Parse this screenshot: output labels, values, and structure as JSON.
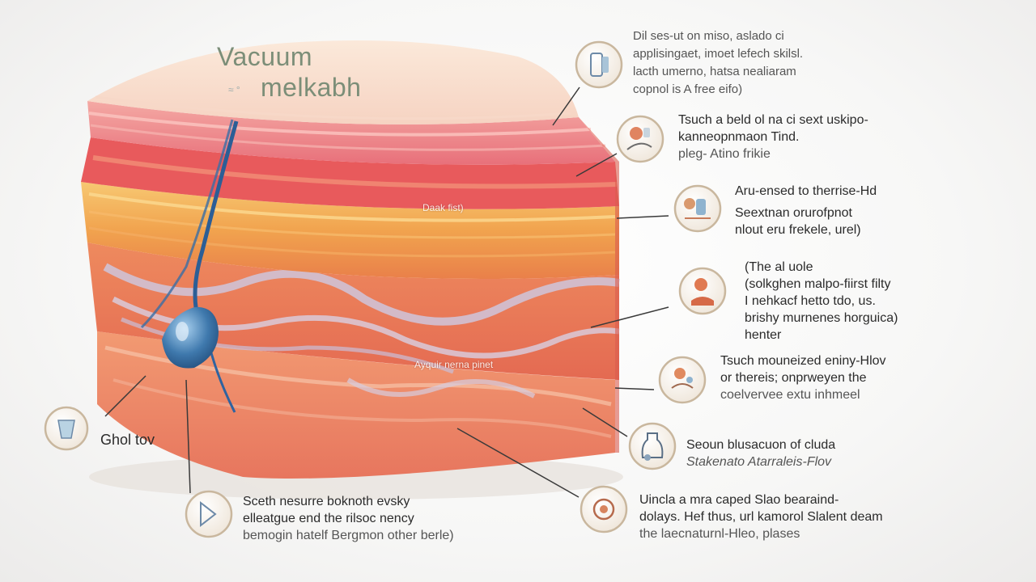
{
  "title": {
    "line1": "Vacuum",
    "line2": "melkabh",
    "accent": "≈ °"
  },
  "layer_labels": {
    "upper": "Daak fist)",
    "middle": "Ayquir nerna pinet"
  },
  "callouts": [
    {
      "icon": "tube-icon",
      "lines": [
        "Dil ses-ut on miso, aslado ci",
        "applisingaet, imoet lefech skilsl.",
        "lacth umerno, hatsa nealiaram",
        "copnol is A free eifo)"
      ]
    },
    {
      "icon": "cupping-icon",
      "lines": [
        "Tsuch a beld ol na ci sext uskipo-",
        "kanneopnmaon Tind.",
        "pleg- Atino frikie"
      ]
    },
    {
      "icon": "therapy-icon",
      "lines": [
        "Aru-ensed to therrise-Hd",
        "Seextnan orurofpnot",
        "nlout eru frekele, urel)"
      ]
    },
    {
      "icon": "treatment-icon",
      "lines": [
        "(The al uole",
        "(solkghen malpo-fiirst filty",
        "I nehkacf hetto tdo, us.",
        "brishy murnenes horguica)",
        "henter"
      ]
    },
    {
      "icon": "flow-icon",
      "lines": [
        "Tsuch mouneized eniny-Hlov",
        "or thereis; onprweyen the",
        "coelvervee extu inhmeel"
      ]
    },
    {
      "icon": "bottle-icon",
      "lines": [
        "Seoun blusacuon of cluda",
        "Stakenato Atarraleis-Flov"
      ]
    },
    {
      "icon": "device-icon",
      "lines": [
        "Uincla a mra caped Slao bearaind-",
        "dolays. Hef thus, url kamorol Slalent deam",
        "the laecnaturnl-Hleo, plases"
      ]
    },
    {
      "icon": "cup-icon",
      "lines": [
        "Ghol tov"
      ]
    },
    {
      "icon": "suction-icon",
      "lines": [
        "Sceth nesurre boknoth evsky",
        "elleatgue end the rilsoc nency",
        "bemogin hatelf Bergmon other berle)"
      ]
    }
  ]
}
